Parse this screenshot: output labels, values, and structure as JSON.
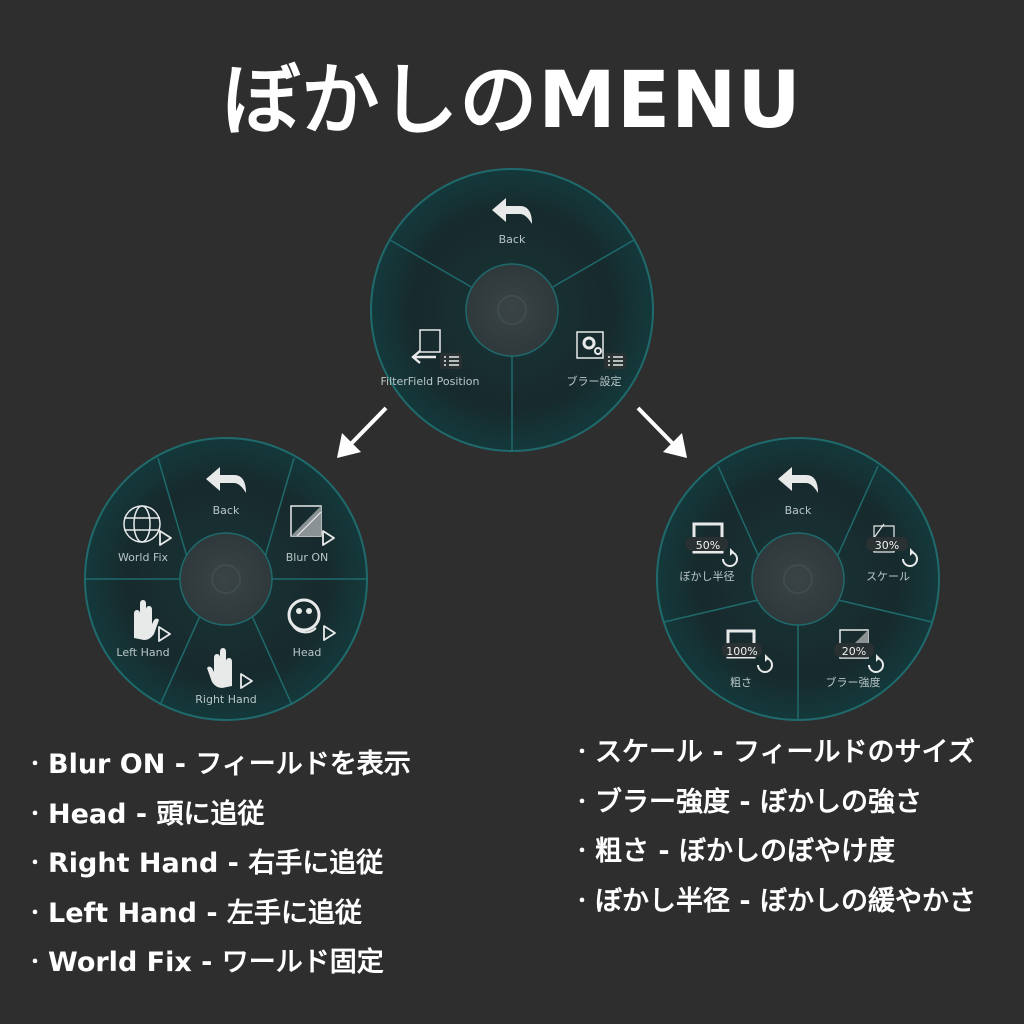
{
  "title": "ぼかしのMENU",
  "menus": {
    "main": {
      "back": "Back",
      "filterfield_position": "FilterField Position",
      "blur_settings": "ブラー設定"
    },
    "position_menu": {
      "back": "Back",
      "world_fix": "World Fix",
      "blur_on": "Blur ON",
      "left_hand": "Left Hand",
      "head": "Head",
      "right_hand": "Right Hand"
    },
    "blur_menu": {
      "back": "Back",
      "blur_radius": {
        "label": "ぼかし半径",
        "value": "50%"
      },
      "scale": {
        "label": "スケール",
        "value": "30%"
      },
      "coarseness": {
        "label": "粗さ",
        "value": "100%"
      },
      "blur_strength": {
        "label": "ブラー強度",
        "value": "20%"
      }
    }
  },
  "left_list": [
    "Blur ON - フィールドを表示",
    "Head - 頭に追従",
    "Right Hand - 右手に追従",
    "Left Hand - 左手に追従",
    "World Fix - ワールド固定"
  ],
  "right_list": [
    "スケール - フィールドのサイズ",
    "ブラー強度 - ぼかしの強さ",
    "粗さ - ぼかしのぼやけ度",
    "ぼかし半径 - ぼかしの緩やかさ"
  ],
  "bullet": "・",
  "colors": {
    "background": "#2e2e2e",
    "menu_ring": "#1f6a6c",
    "menu_fill": "#17282b",
    "label": "#b9c6c8",
    "text": "#ffffff"
  },
  "icons": [
    "back-arrow-icon",
    "filter-position-icon",
    "blur-settings-gear-icon",
    "globe-icon",
    "blur-on-icon",
    "hand-icon",
    "head-icon",
    "play-icon",
    "reset-icon"
  ]
}
